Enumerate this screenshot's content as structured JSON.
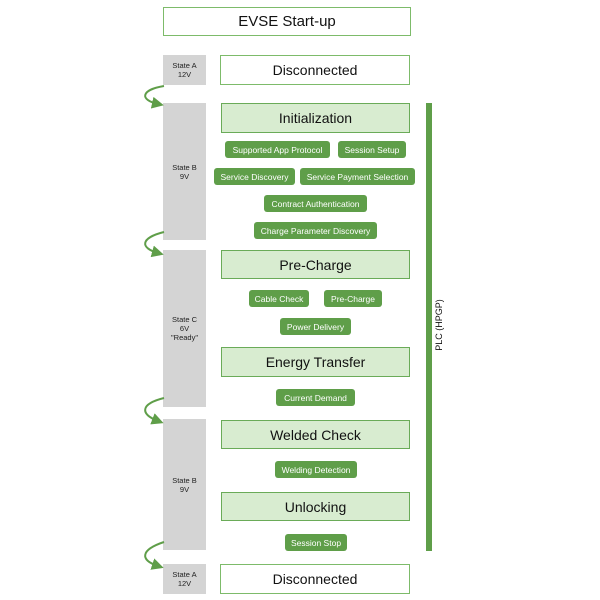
{
  "title": "EVSE Start-up",
  "states": [
    {
      "line1": "State A",
      "line2": "12V",
      "line3": ""
    },
    {
      "line1": "State B",
      "line2": "9V",
      "line3": ""
    },
    {
      "line1": "State C",
      "line2": "6V",
      "line3": "\"Ready\""
    },
    {
      "line1": "State B",
      "line2": "9V",
      "line3": ""
    },
    {
      "line1": "State A",
      "line2": "12V",
      "line3": ""
    }
  ],
  "disconnected_top": "Disconnected",
  "disconnected_bottom": "Disconnected",
  "phases": {
    "initialization": "Initialization",
    "precharge": "Pre-Charge",
    "energy_transfer": "Energy Transfer",
    "welded_check": "Welded Check",
    "unlocking": "Unlocking"
  },
  "messages": {
    "supported_app_protocol": "Supported App Protocol",
    "session_setup": "Session Setup",
    "service_discovery": "Service Discovery",
    "service_payment_selection": "Service Payment Selection",
    "contract_authentication": "Contract Authentication",
    "charge_parameter_discovery": "Charge Parameter Discovery",
    "cable_check": "Cable Check",
    "precharge": "Pre-Charge",
    "power_delivery": "Power Delivery",
    "current_demand": "Current Demand",
    "welding_detection": "Welding Detection",
    "session_stop": "Session Stop"
  },
  "plc_label": "PLC (HPGP)",
  "colors": {
    "accent_green": "#5f9e49",
    "phase_fill": "#d8ecd0",
    "state_gray": "#d4d4d4"
  }
}
